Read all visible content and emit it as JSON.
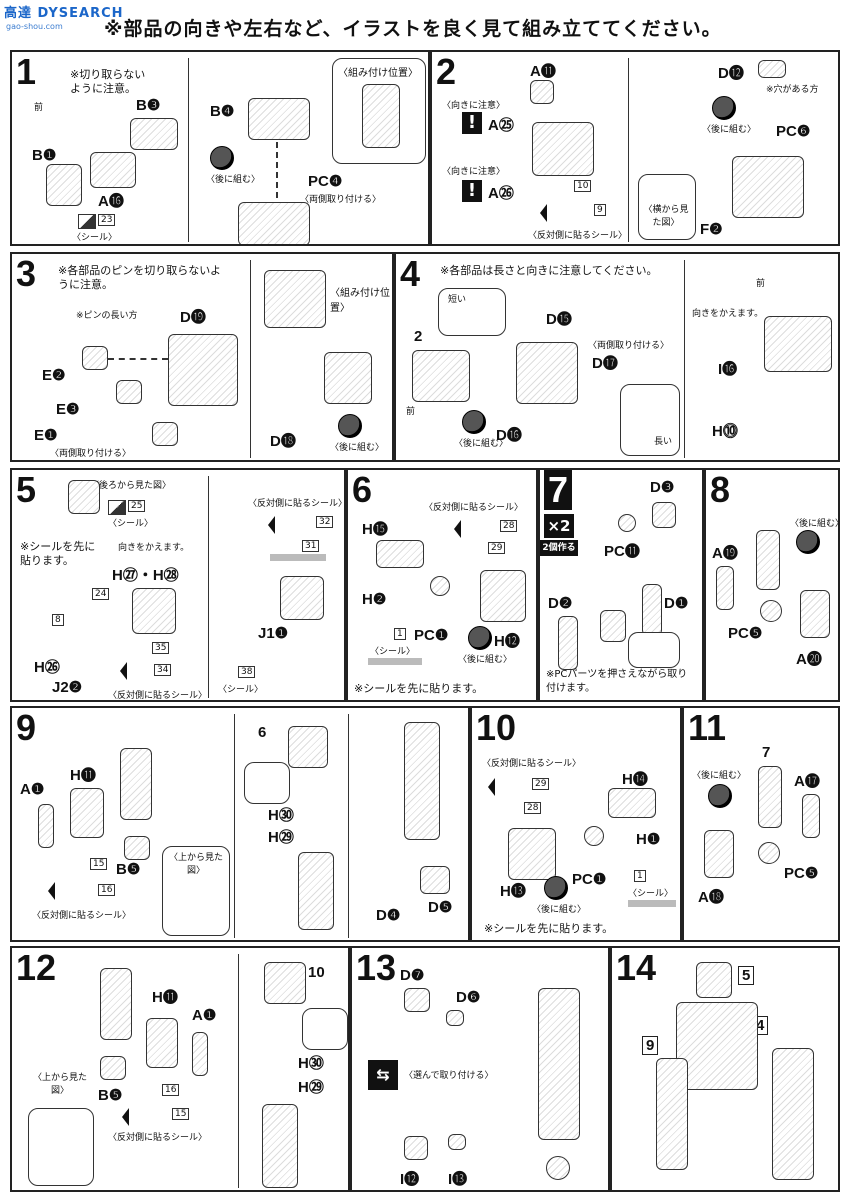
{
  "watermark": {
    "site": "高達 DYSEARCH",
    "url": "gao-shou.com"
  },
  "header": {
    "title": "※部品の向きや左右など、イラストを良く見て組み立ててください。"
  },
  "common": {
    "seal": "〈シール〉",
    "after": "〈後に組む〉",
    "reverse_seal": "〈反対側に貼るシール〉",
    "both_ways": "〈両側取り付ける〉"
  },
  "steps": [
    {
      "num": "1",
      "note": "※切り取らないように注意。",
      "front": "前",
      "labels": [
        "B❸",
        "B❶",
        "A⓰",
        "B❹",
        "PC❹"
      ],
      "seal": "23",
      "position": "〈組み付け位置〉"
    },
    {
      "num": "2",
      "labels": [
        "A⓫",
        "A㉕",
        "A㉖",
        "D⓬",
        "PC❻",
        "F❷"
      ],
      "careful1": "〈向きに注意〉",
      "careful2": "〈向きに注意〉",
      "hole": "※穴がある方",
      "seals": [
        "10",
        "9"
      ],
      "side_view": "〈横から見た図〉"
    },
    {
      "num": "3",
      "note": "※各部品のピンを切り取らないように注意。",
      "pin": "※ピンの長い方",
      "labels": [
        "D⓳",
        "E❷",
        "E❸",
        "E❶",
        "D⓲"
      ],
      "position": "〈組み付け位置〉"
    },
    {
      "num": "4",
      "note": "※各部品は長さと向きに注意してください。",
      "short": "短い",
      "long": "長い",
      "front": "前",
      "change_dir": "向きをかえます。",
      "labels": [
        "D⓯",
        "D⓱",
        "D⓰",
        "I⓰",
        "H⓾"
      ],
      "ref": "2"
    },
    {
      "num": "5",
      "back_view": "〈後ろから見た図〉",
      "note": "※シールを先に貼ります。",
      "change_dir": "向きをかえます。",
      "labels": [
        "H㉗・H㉘",
        "H㉖",
        "J2❷",
        "J1❶"
      ],
      "seals": [
        "25",
        "24",
        "8",
        "35",
        "34",
        "32",
        "31",
        "38"
      ]
    },
    {
      "num": "6",
      "labels": [
        "H⓯",
        "H❷",
        "PC❶",
        "H⓬"
      ],
      "seals": [
        "28",
        "29",
        "1"
      ],
      "note": "※シールを先に貼ります。"
    },
    {
      "num": "7",
      "badge": "×2",
      "badge_note": "2個作る",
      "labels": [
        "D❸",
        "PC⓫",
        "D❷",
        "D❶"
      ],
      "note": "※PCパーツを押さえながら取り付けます。"
    },
    {
      "num": "8",
      "labels": [
        "A⓳",
        "PC❺",
        "A⓴"
      ]
    },
    {
      "num": "9",
      "labels": [
        "H⓫",
        "A❶",
        "B❺",
        "H㉚",
        "H㉙",
        "D❹",
        "D❺"
      ],
      "top_view": "〈上から見た図〉",
      "seals": [
        "15",
        "16"
      ],
      "ref": "6"
    },
    {
      "num": "10",
      "labels": [
        "H⓮",
        "H❶",
        "PC❶",
        "H⓭"
      ],
      "seals": [
        "29",
        "28",
        "1"
      ],
      "note": "※シールを先に貼ります。"
    },
    {
      "num": "11",
      "labels": [
        "A⓱",
        "PC❺",
        "A⓲"
      ],
      "ref": "7"
    },
    {
      "num": "12",
      "labels": [
        "H⓫",
        "A❶",
        "B❺",
        "H㉚",
        "H㉙"
      ],
      "top_view": "〈上から見た図〉",
      "seals": [
        "16",
        "15"
      ],
      "ref": "10"
    },
    {
      "num": "13",
      "labels": [
        "D❼",
        "D❻",
        "I⓬",
        "I⓭"
      ],
      "choose": "〈選んで取り付ける〉"
    },
    {
      "num": "14",
      "refs": [
        "5",
        "4",
        "9"
      ]
    }
  ]
}
